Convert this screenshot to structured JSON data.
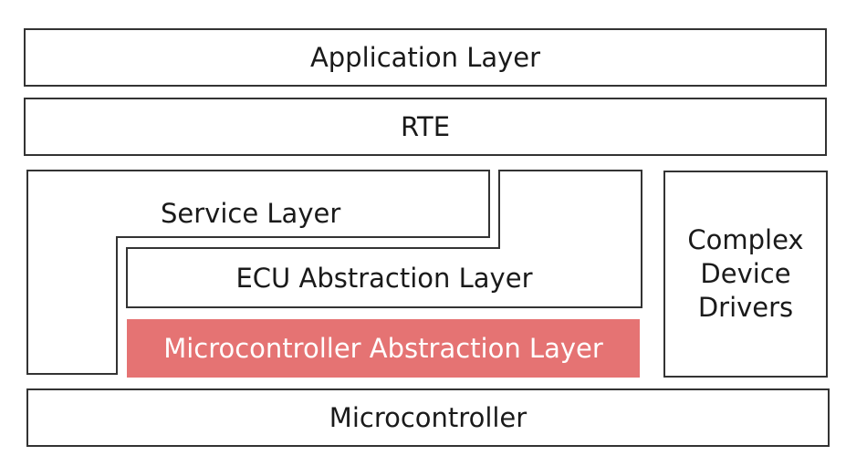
{
  "layers": {
    "application": "Application Layer",
    "rte": "RTE",
    "service": "Service Layer",
    "ecu_abstraction": "ECU Abstraction Layer",
    "mcal": "Microcontroller Abstraction Layer",
    "complex_drivers": [
      "Complex",
      "Device",
      "Drivers"
    ],
    "microcontroller": "Microcontroller"
  },
  "colors": {
    "highlight": "#e57373",
    "border": "#333333"
  }
}
